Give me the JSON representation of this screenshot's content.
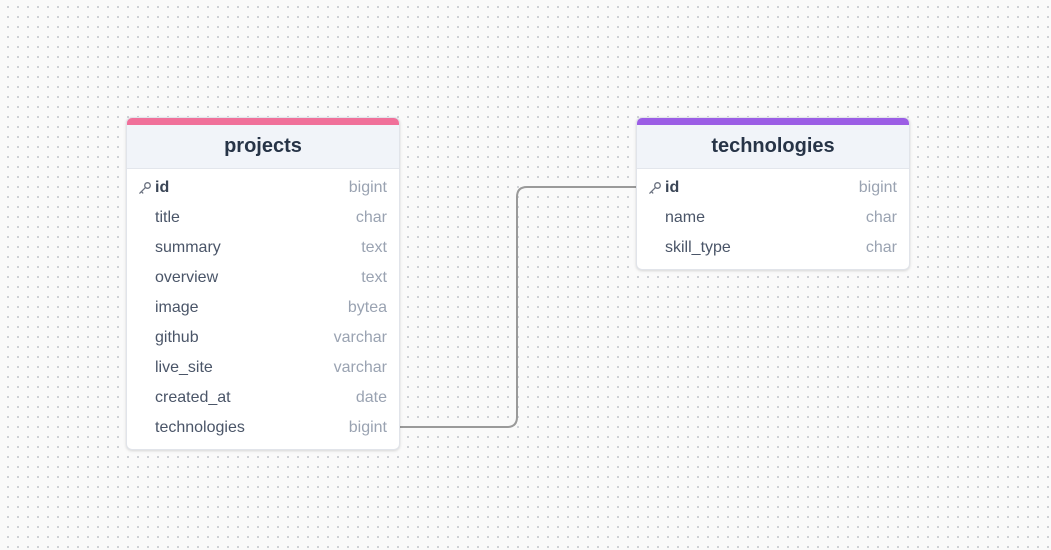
{
  "tables": [
    {
      "name": "projects",
      "accent_color": "#f0709a",
      "columns": [
        {
          "name": "id",
          "type": "bigint",
          "primary_key": true
        },
        {
          "name": "title",
          "type": "char"
        },
        {
          "name": "summary",
          "type": "text"
        },
        {
          "name": "overview",
          "type": "text"
        },
        {
          "name": "image",
          "type": "bytea"
        },
        {
          "name": "github",
          "type": "varchar"
        },
        {
          "name": "live_site",
          "type": "varchar"
        },
        {
          "name": "created_at",
          "type": "date"
        },
        {
          "name": "technologies",
          "type": "bigint"
        }
      ]
    },
    {
      "name": "technologies",
      "accent_color": "#9b5de5",
      "columns": [
        {
          "name": "id",
          "type": "bigint",
          "primary_key": true
        },
        {
          "name": "name",
          "type": "char"
        },
        {
          "name": "skill_type",
          "type": "char"
        }
      ]
    }
  ],
  "relationships": [
    {
      "from": "projects.technologies",
      "to": "technologies.id",
      "line_color": "#9a9a9a"
    }
  ],
  "icons": {
    "primary_key": "key-icon"
  }
}
